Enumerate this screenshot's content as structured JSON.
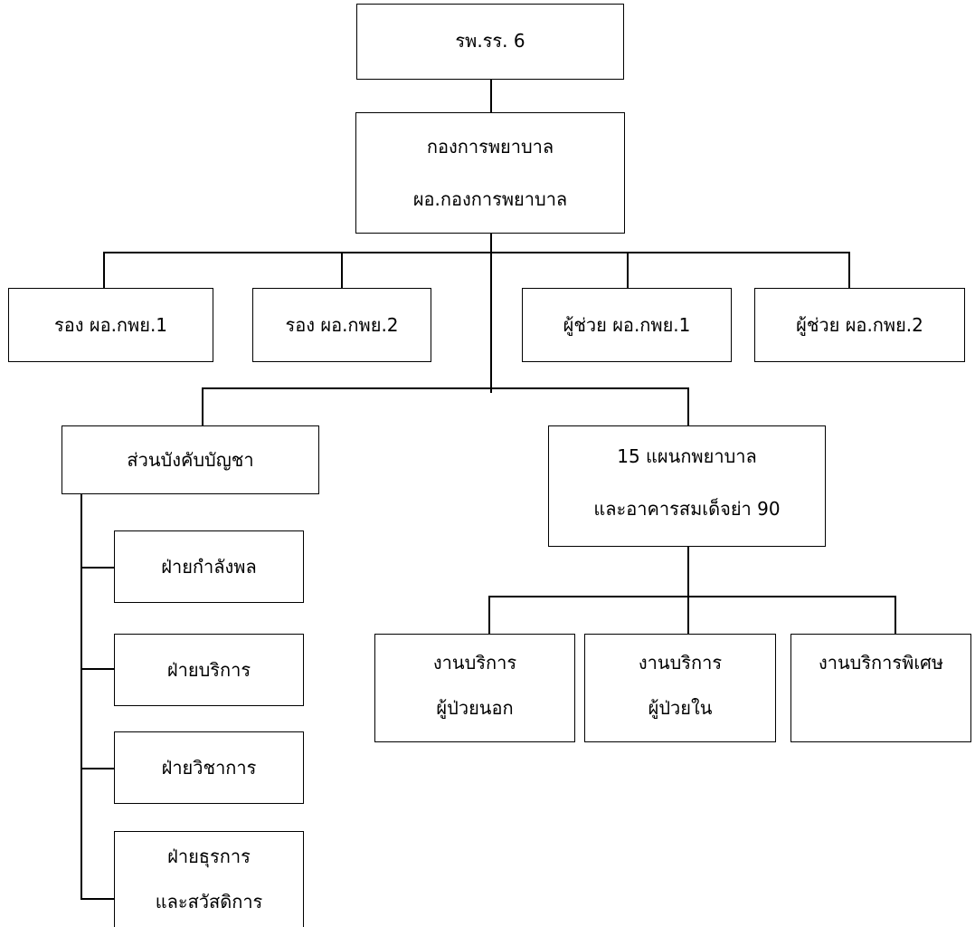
{
  "org_chart": {
    "top": "รพ.รร. 6",
    "division": {
      "line1": "กองการพยาบาล",
      "line2": "ผอ.กองการพยาบาล"
    },
    "deputies": [
      "รอง ผอ.กพย.1",
      "รอง ผอ.กพย.2",
      "ผู้ช่วย ผอ.กพย.1",
      "ผู้ช่วย ผอ.กพย.2"
    ],
    "command": "ส่วนบังคับบัญชา",
    "command_units": {
      "manpower": "ฝ่ายกำลังพล",
      "service": "ฝ่ายบริการ",
      "academic": "ฝ่ายวิชาการ",
      "admin_line1": "ฝ่ายธุรการ",
      "admin_line2": "และสวัสดิการ"
    },
    "nursing": {
      "line1": "15 แผนกพยาบาล",
      "line2": "และอาคารสมเด็จย่า 90"
    },
    "services": {
      "outpatient_line1": "งานบริการ",
      "outpatient_line2": "ผู้ป่วยนอก",
      "inpatient_line1": "งานบริการ",
      "inpatient_line2": "ผู้ป่วยใน",
      "special": "งานบริการพิเศษ"
    }
  }
}
